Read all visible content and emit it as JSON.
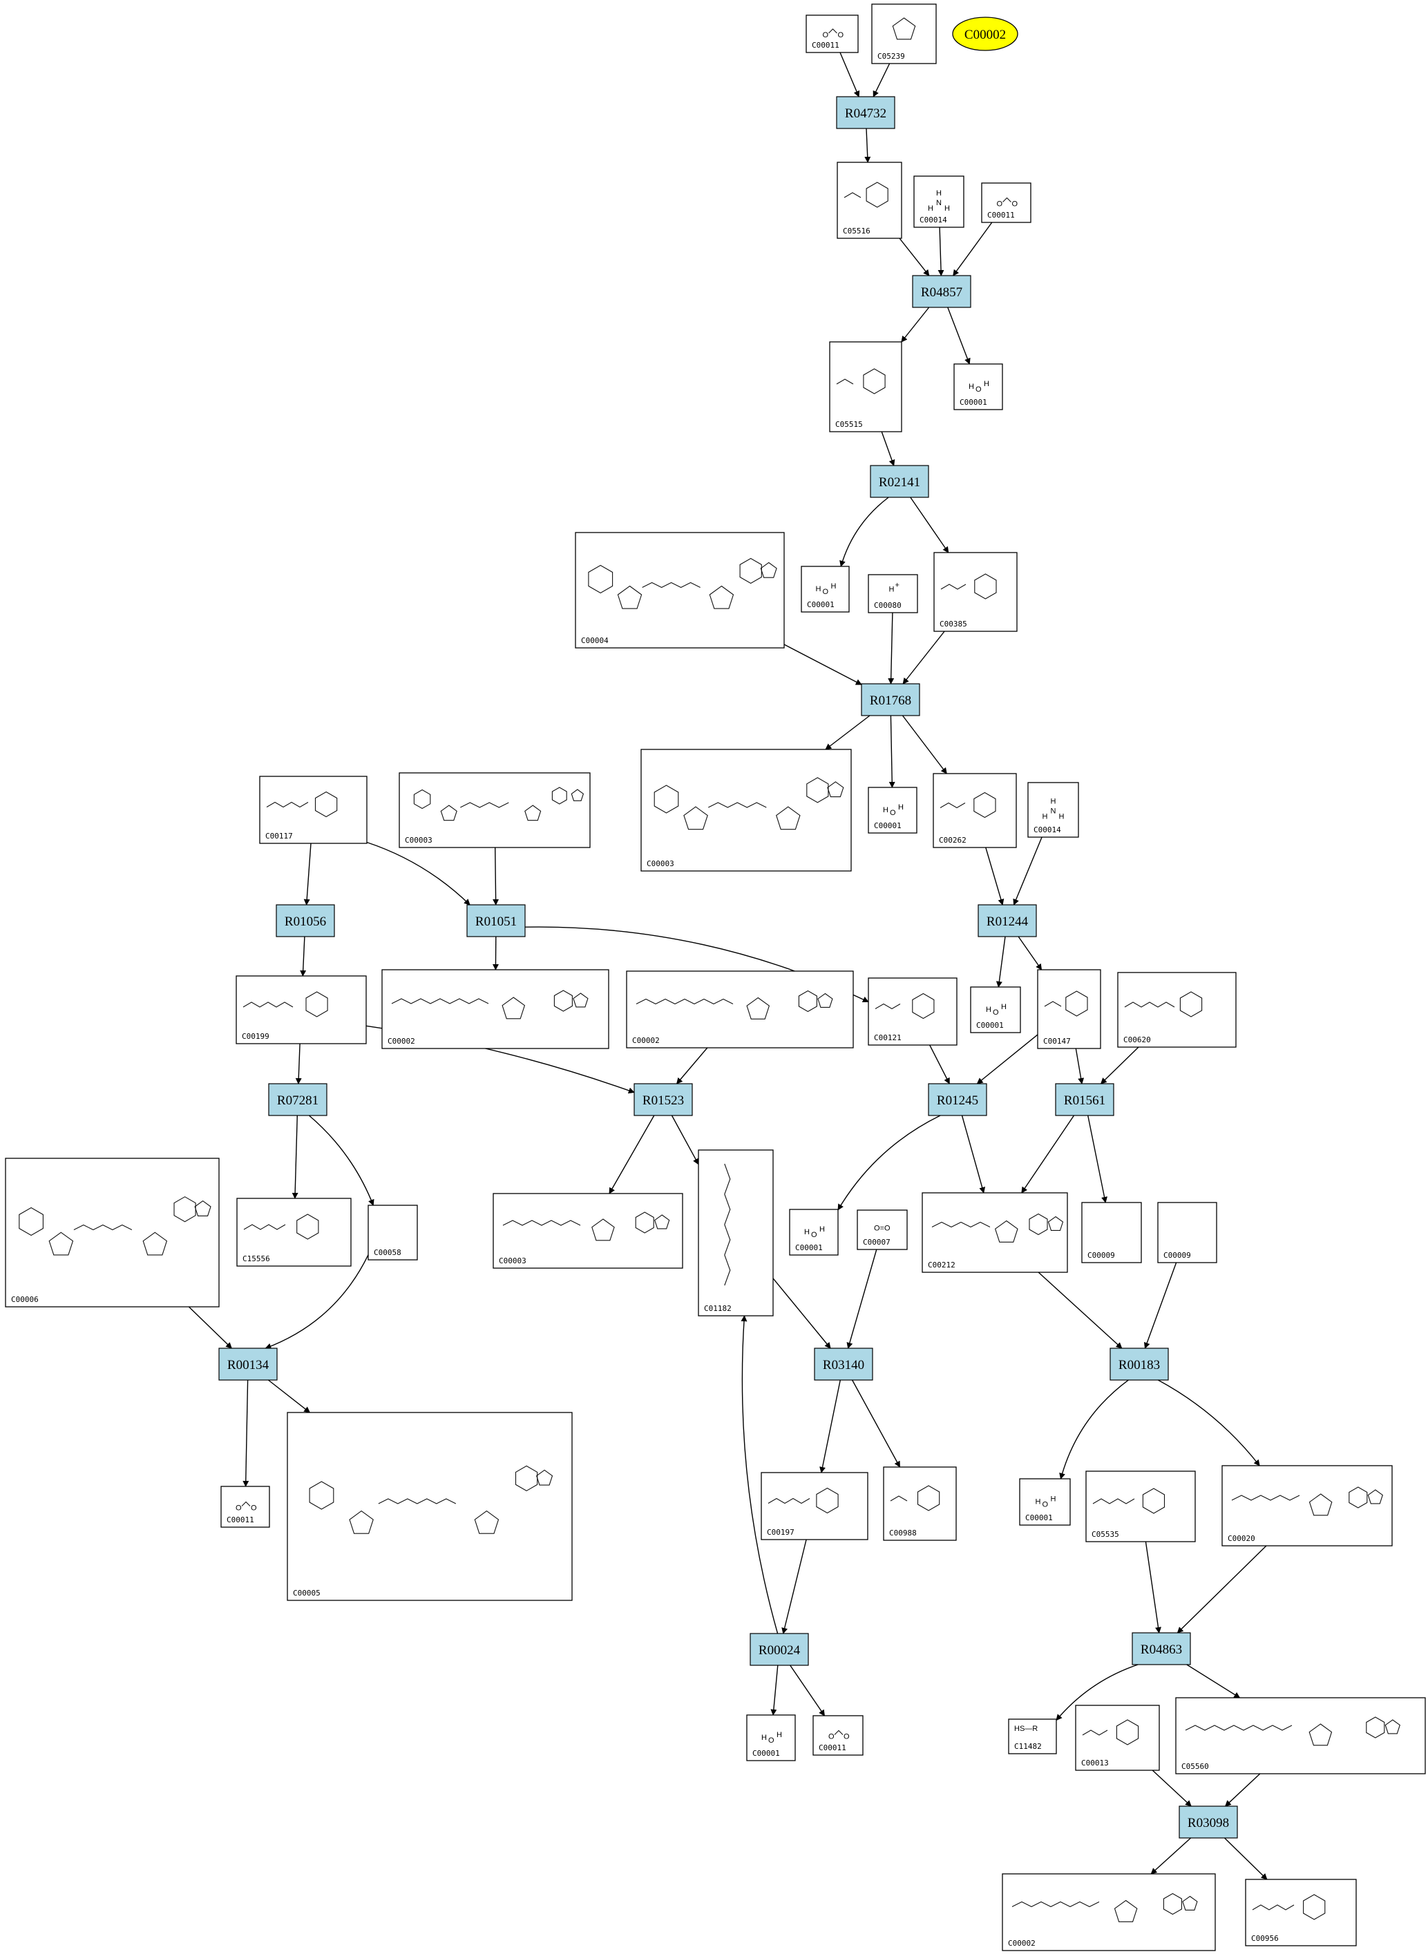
{
  "diagram": {
    "highlight": {
      "id": "C00002",
      "color": "#ffff00"
    },
    "colors": {
      "reaction_fill": "#add8e6",
      "compound_fill": "#ffffff",
      "edge": "#000000"
    },
    "reactions": [
      {
        "id": "R04732"
      },
      {
        "id": "R04857"
      },
      {
        "id": "R02141"
      },
      {
        "id": "R01768"
      },
      {
        "id": "R01056"
      },
      {
        "id": "R01051"
      },
      {
        "id": "R01244"
      },
      {
        "id": "R07281"
      },
      {
        "id": "R01523"
      },
      {
        "id": "R01245"
      },
      {
        "id": "R01561"
      },
      {
        "id": "R00134"
      },
      {
        "id": "R03140"
      },
      {
        "id": "R00183"
      },
      {
        "id": "R00024"
      },
      {
        "id": "R04863"
      },
      {
        "id": "R03098"
      }
    ],
    "compounds": [
      {
        "id": "C00011",
        "sym": "CO2"
      },
      {
        "id": "C05239"
      },
      {
        "id": "C05516"
      },
      {
        "id": "C00014",
        "sym": "NH3"
      },
      {
        "id": "C00011",
        "sym": "CO2"
      },
      {
        "id": "C05515"
      },
      {
        "id": "C00001",
        "sym": "H2O"
      },
      {
        "id": "C00004"
      },
      {
        "id": "C00001",
        "sym": "H2O"
      },
      {
        "id": "C00080",
        "sym": "H+"
      },
      {
        "id": "C00385"
      },
      {
        "id": "C00117"
      },
      {
        "id": "C00003"
      },
      {
        "id": "C00003"
      },
      {
        "id": "C00001",
        "sym": "H2O"
      },
      {
        "id": "C00262"
      },
      {
        "id": "C00014",
        "sym": "NH3"
      },
      {
        "id": "C00199"
      },
      {
        "id": "C00002"
      },
      {
        "id": "C00002"
      },
      {
        "id": "C00121"
      },
      {
        "id": "C00001",
        "sym": "H2O"
      },
      {
        "id": "C00147"
      },
      {
        "id": "C00620"
      },
      {
        "id": "C00006"
      },
      {
        "id": "C15556"
      },
      {
        "id": "C00058"
      },
      {
        "id": "C00003"
      },
      {
        "id": "C01182"
      },
      {
        "id": "C00001",
        "sym": "H2O"
      },
      {
        "id": "C00007",
        "sym": "O=O"
      },
      {
        "id": "C00212"
      },
      {
        "id": "C00009"
      },
      {
        "id": "C00009"
      },
      {
        "id": "C00011",
        "sym": "CO2"
      },
      {
        "id": "C00005"
      },
      {
        "id": "C00197"
      },
      {
        "id": "C00988"
      },
      {
        "id": "C00001",
        "sym": "H2O"
      },
      {
        "id": "C05535"
      },
      {
        "id": "C00020"
      },
      {
        "id": "C00001",
        "sym": "H2O"
      },
      {
        "id": "C00011",
        "sym": "CO2"
      },
      {
        "id": "C11482",
        "sym": "HS—R"
      },
      {
        "id": "C00013"
      },
      {
        "id": "C05560"
      },
      {
        "id": "C00002"
      },
      {
        "id": "C00956"
      }
    ]
  }
}
